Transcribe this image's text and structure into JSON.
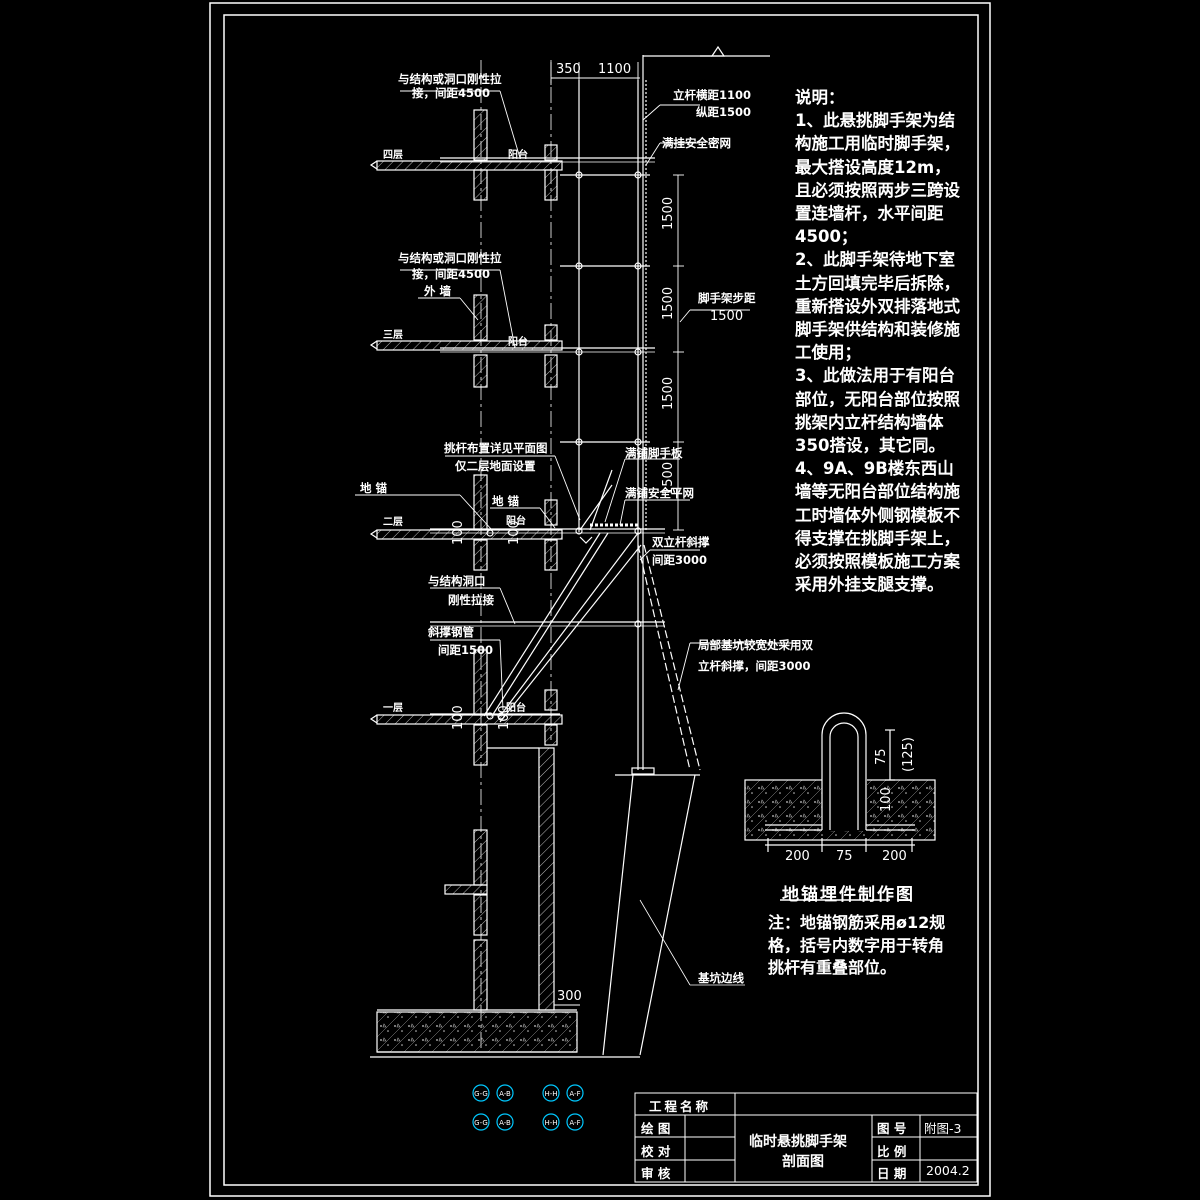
{
  "dims": {
    "d350": "350",
    "d1100": "1100",
    "d1500a": "1500",
    "d1500b": "1500",
    "d1500c": "1500",
    "d1500d": "1500",
    "d300": "300",
    "d100a": "100",
    "d100b": "100",
    "d100c": "100",
    "d100d": "100",
    "d75v": "75",
    "d125": "(125)",
    "d100det": "100",
    "d200a": "200",
    "d75h": "75",
    "d200b": "200"
  },
  "labels": {
    "tie1a": "与结构或洞口刚性拉",
    "tie1b": "接，间距4500",
    "tie2a": "与结构或洞口刚性拉",
    "tie2b": "接，间距4500",
    "outer_wall": "外  墙",
    "floor4": "四层",
    "floor3": "三层",
    "floor2": "二层",
    "floor1": "一层",
    "balcony1": "阳台",
    "balcony2": "阳台",
    "balcony3": "阳台",
    "balcony4": "阳台",
    "upright": "立杆横距1100",
    "longitudinal": "纵距1500",
    "safety_net": "满挂安全密网",
    "step_title": "脚手架步距",
    "step_value": "1500",
    "cantilever_a": "挑杆布置详见平面图",
    "cantilever_b": "仅二层地面设置",
    "anchor_left": "地  锚",
    "anchor_mid": "地  锚",
    "toe_board": "满铺脚手板",
    "safety_flat": "满铺安全平网",
    "double_brace_a": "双立杆斜撑",
    "double_brace_b": "间距3000",
    "tie3a": "与结构洞口",
    "tie3b": "刚性拉接",
    "diag_a": "斜撑钢管",
    "diag_b": "间距1500",
    "local_a": "局部基坑较宽处采用双",
    "local_b": "立杆斜撑，间距3000",
    "pit_edge": "基坑边线"
  },
  "axes": [
    "G-G",
    "A-B",
    "H-H",
    "A-F",
    "G-G",
    "A-B",
    "H-H",
    "A-F"
  ],
  "notes": {
    "title": "说明：",
    "items": [
      "1、此悬挑脚手架为结构施工用临时脚手架，最大搭设高度12m，且必须按照两步三跨设置连墙杆，水平间距4500；",
      "2、此脚手架待地下室土方回填完毕后拆除，重新搭设外双排落地式脚手架供结构和装修施工使用；",
      "3、此做法用于有阳台部位，无阳台部位按照挑架内立杆结构墙体350搭设，其它同。",
      "4、9A、9B楼东西山墙等无阳台部位结构施工时墙体外侧钢模板不得支撑在挑脚手架上，必须按照模板施工方案采用外挂支腿支撑。"
    ]
  },
  "detail": {
    "title": "地锚埋件制作图",
    "note": "注：地锚钢筋采用ø12规格，括号内数字用于转角挑杆有重叠部位。"
  },
  "title_block": {
    "project_label": "工程名称",
    "drawn_label": "绘  图",
    "checked_label": "校  对",
    "approved_label": "审  核",
    "drawing_title_1": "临时悬挑脚手架",
    "drawing_title_2": "剖面图",
    "sheet_no_label": "图 号",
    "sheet_no": "附图-3",
    "scale_label": "比 例",
    "scale": "",
    "date_label": "日 期",
    "date": "2004.2"
  },
  "colors": {
    "background": "#000000",
    "line": "#ffffff",
    "hatch": "#c8c8c8",
    "axis_bubble": "#00c8ff"
  }
}
